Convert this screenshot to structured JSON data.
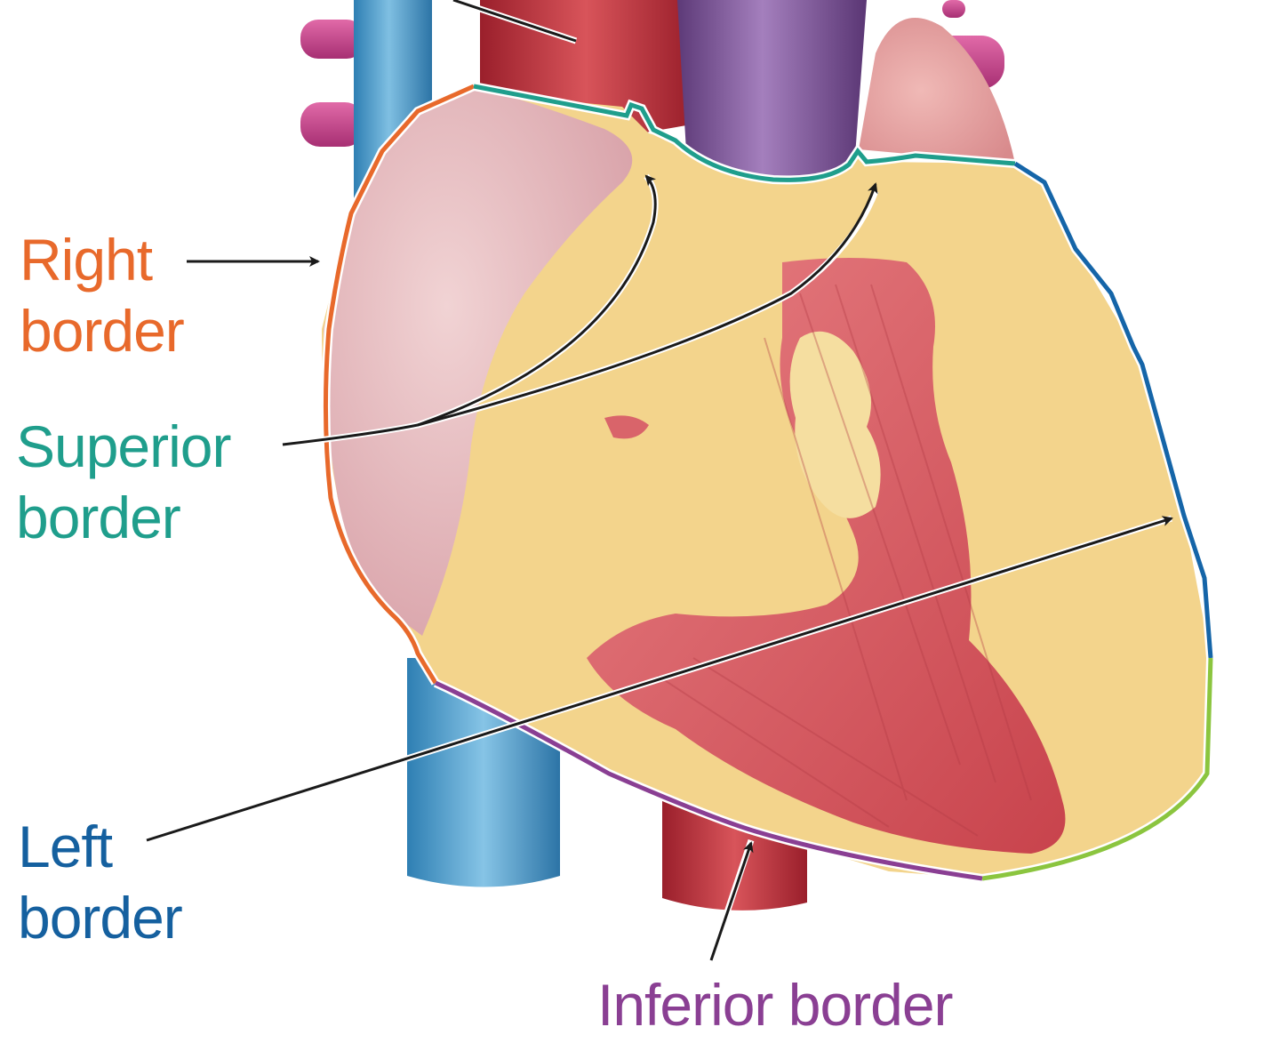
{
  "labels": {
    "right": {
      "line1": "Right",
      "line2": "border"
    },
    "superior": {
      "line1": "Superior",
      "line2": "border"
    },
    "left": {
      "line1": "Left",
      "line2": "border"
    },
    "inferior": {
      "line1": "Inferior border"
    }
  },
  "colors": {
    "right_border": "#e8692b",
    "superior_border": "#1f9e8c",
    "left_border": "#1565a8",
    "left_border_lower": "#8bc53f",
    "inferior_border": "#8a3f93",
    "label_right": "#e8692b",
    "label_superior": "#1f9e8c",
    "label_left": "#15609f",
    "label_inferior": "#8a3f93",
    "arrow": "#1a1a1a",
    "fat": "#f3d48c",
    "muscle": "#d9646a",
    "right_atrium": "#e6b8bd",
    "svc": "#3d8fc0",
    "aorta": "#c0323a",
    "pulmonary_trunk": "#7a4f92",
    "pulmonary_veins": "#c8408a"
  }
}
